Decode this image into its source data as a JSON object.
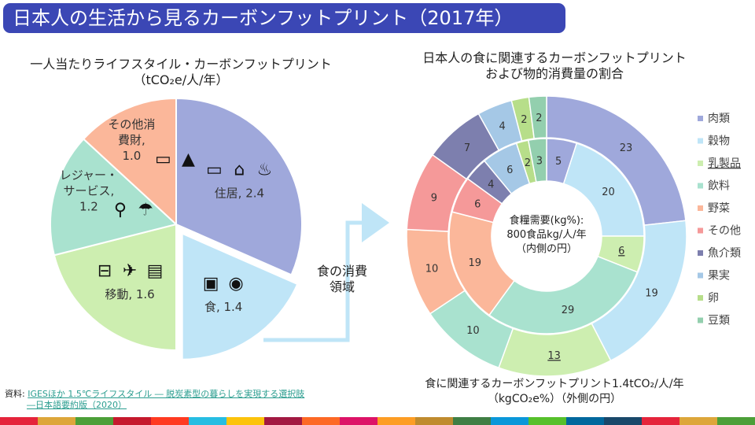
{
  "page": {
    "title": "日本人の生活から見るカーボンフットプリント（2017年）",
    "source_prefix": "資料:",
    "source_line1": "IGESほか 1.5℃ライフスタイル ― 脱炭素型の暮らしを実現する選択肢",
    "source_line2": "―日本語要約版（2020）",
    "arrow_label_line1": "食の消費",
    "arrow_label_line2": "領域",
    "sdg_colors": [
      "#e5243b",
      "#dda63a",
      "#4c9f38",
      "#c5192d",
      "#ff3a21",
      "#26bde2",
      "#fcc30b",
      "#a21942",
      "#fd6925",
      "#dd1367",
      "#fd9d24",
      "#bf8b2e",
      "#3f7e44",
      "#0a97d9",
      "#56c02b",
      "#00689d",
      "#19486a",
      "#e5243b",
      "#dda63a",
      "#4c9f38"
    ]
  },
  "chart_data": [
    {
      "type": "pie",
      "title_line1": "一人当たりライフスタイル・カーボンフットプリント",
      "title_line2": "（tCO₂e/人/年）",
      "slices": [
        {
          "label": "住居, 2.4",
          "value": 2.4,
          "color": "#9fa8db",
          "icons": [
            "battery-icon",
            "house-icon",
            "toilet-icon"
          ]
        },
        {
          "label": "食, 1.4",
          "value": 1.4,
          "color": "#bfe5f7",
          "exploded": true,
          "icons": [
            "fast-food-icon",
            "dining-icon"
          ]
        },
        {
          "label": "移動, 1.6",
          "value": 1.6,
          "color": "#cdeeb0",
          "icons": [
            "car-icon",
            "airplane-icon",
            "train-icon"
          ]
        },
        {
          "label": "レジャー・サービス, 1.2",
          "label_lines": [
            "レジャー・",
            "サービス,",
            "1.2"
          ],
          "value": 1.2,
          "color": "#a9e2cf",
          "icons": [
            "hiking-icon",
            "beach-icon"
          ]
        },
        {
          "label": "その他消費財, 1.0",
          "label_lines": [
            "その他消",
            "費財,",
            "1.0"
          ],
          "value": 1.0,
          "color": "#fbb79a",
          "icons": [
            "tv-icon",
            "dress-icon"
          ]
        }
      ]
    },
    {
      "type": "donut",
      "title_line1": "日本人の食に関連するカーボンフットプリント",
      "title_line2": "および物的消費量の割合",
      "center_line1": "食糧需要(kg%):",
      "center_line2": "800食品kg/人/年",
      "center_line3": "（内側の円）",
      "bottom_line1": "食に関連するカーボンフットプリント1.4tCO₂/人/年",
      "bottom_line2": "（kgCO₂e%）（外側の円）",
      "legend": [
        {
          "name": "肉類",
          "color": "#9fa8db"
        },
        {
          "name": "穀物",
          "color": "#bfe5f7"
        },
        {
          "name": "乳製品",
          "color": "#cdeeb0"
        },
        {
          "name": "飲料",
          "color": "#a9e2cf"
        },
        {
          "name": "野菜",
          "color": "#fbb79a"
        },
        {
          "name": "その他",
          "color": "#f59999"
        },
        {
          "name": "魚介類",
          "color": "#7d7fae"
        },
        {
          "name": "果実",
          "color": "#a5c8e6"
        },
        {
          "name": "卵",
          "color": "#b7de8a"
        },
        {
          "name": "豆類",
          "color": "#93cfae"
        }
      ],
      "outer": [
        {
          "name": "肉類",
          "value": 23
        },
        {
          "name": "穀物",
          "value": 19
        },
        {
          "name": "乳製品",
          "value": 13
        },
        {
          "name": "飲料",
          "value": 10
        },
        {
          "name": "野菜",
          "value": 10
        },
        {
          "name": "その他",
          "value": 9
        },
        {
          "name": "魚介類",
          "value": 7
        },
        {
          "name": "果実",
          "value": 4
        },
        {
          "name": "卵",
          "value": 2
        },
        {
          "name": "豆類",
          "value": 2
        }
      ],
      "inner": [
        {
          "name": "肉類",
          "value": 5
        },
        {
          "name": "穀物",
          "value": 20
        },
        {
          "name": "乳製品",
          "value": 6
        },
        {
          "name": "飲料",
          "value": 29
        },
        {
          "name": "野菜",
          "value": 19
        },
        {
          "name": "その他",
          "value": 6
        },
        {
          "name": "魚介類",
          "value": 4
        },
        {
          "name": "果実",
          "value": 6
        },
        {
          "name": "卵",
          "value": 2
        },
        {
          "name": "豆類",
          "value": 3
        }
      ]
    }
  ]
}
